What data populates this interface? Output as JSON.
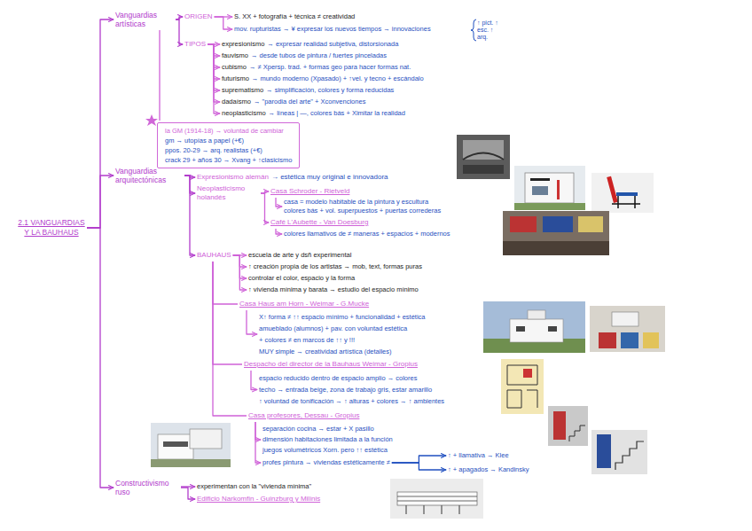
{
  "diagram": {
    "nodes": [
      {
        "text": [
          "2.1 VANGUARDIAS Y LA BAUHAUS"
        ]
      },
      {
        "text": [
          "Vanguardias artísticas"
        ]
      },
      {
        "text": [
          "ORIGEN"
        ]
      },
      {
        "text": [
          "S. XX + fotografía + técnica ≠ creatividad"
        ]
      },
      {
        "text": [
          "mov. rupturistas → ¥ expresar los nuevos tiempos → innovaciones"
        ]
      },
      {
        "text": [
          "TIPOS"
        ]
      },
      {
        "text": [
          "expresionismo",
          "→ expresar realidad subjetiva, distorsionada"
        ]
      },
      {
        "text": [
          "fauvismo",
          "→ desde tubos de pintura / fuertes pinceladas"
        ]
      },
      {
        "text": [
          "cubismo",
          "→ ≠ Xpersp. trad. + formas geo para hacer formas nat."
        ]
      },
      {
        "text": [
          "futurismo",
          "→ mundo moderno (Xpasado) + ↑vel. y tecno + escándalo"
        ]
      },
      {
        "text": [
          "suprematismo",
          "→ simplificación, colores y forma reducidas"
        ]
      },
      {
        "text": [
          "dadaísmo",
          "→ \"parodia del arte\" + Xconvenciones"
        ]
      },
      {
        "text": [
          "neoplasticismo",
          "→ líneas | —, colores bás + Ximitar la realidad"
        ]
      },
      {
        "text": [
          "la GM (1914-18) → voluntad de cambiar",
          "gm → utopías a papel (+€)",
          "ppos. 20-29 → arq. realistas (+€)",
          "crack 29 + años 30 → Xvang + ↑clasicismo"
        ]
      },
      {
        "text": [
          "Vanguardias arquitectónicas"
        ]
      },
      {
        "text": [
          "Expresionismo alemán",
          "→ estética muy original e innovadora"
        ]
      },
      {
        "text": [
          "Neoplasticismo holandés"
        ]
      },
      {
        "text": [
          "Casa Schroder - Rietveld"
        ]
      },
      {
        "text": [
          "casa = modelo habitable de la pintura y escultura",
          "colores bás + vol. superpuestos + puertas correderas"
        ]
      },
      {
        "text": [
          "Café L'Aubette - Van Doesburg"
        ]
      },
      {
        "text": [
          "colores llamativos de ≠ maneras + espacios + modernos"
        ]
      },
      {
        "text": [
          "BAUHAUS"
        ]
      },
      {
        "text": [
          "escuela de arte y dsñ experimental"
        ]
      },
      {
        "text": [
          "↑ creación propia de los artistas → mob, text, formas puras"
        ]
      },
      {
        "text": [
          "controlar el color, espacio y la forma"
        ]
      },
      {
        "text": [
          "↑ vivienda mínima y barata → estudio del espacio mínimo"
        ]
      },
      {
        "text": [
          "Casa Haus am Horn - Weimar - G.Mucke"
        ]
      },
      {
        "text": [
          "X↑ forma ≠ ↑↑ espacio mínimo + funcionalidad + estética",
          "amueblado (alumnos) + pav. con voluntad estética",
          "+ colores ≠ en marcos de ↑↑ y !!!",
          "MUY simple → creatividad artística (detalles)"
        ]
      },
      {
        "text": [
          "Despacho del director de la Bauhaus Weimar - Gropius"
        ]
      },
      {
        "text": [
          "espacio reducido dentro de espacio amplio → colores",
          "techo → entrada beige, zona de trabajo gris, estar amarillo",
          "↑ voluntad de tonificación → ↑ alturas + colores → ↑ ambientes"
        ]
      },
      {
        "text": [
          "Casa profesores, Dessau - Gropius"
        ]
      },
      {
        "text": [
          "separación cocina → estar + X pasillo",
          "dimensión habitaciones limitada a la función",
          "juegos volumétricos Xorn. pero ↑↑ estética"
        ]
      },
      {
        "text": [
          "profes pintura → viviendas estéticamente ≠"
        ]
      },
      {
        "text": [
          "↑ + llamativa → Klee"
        ]
      },
      {
        "text": [
          "↑ + apagados → Kandinsky"
        ]
      },
      {
        "text": [
          "Constructivismo ruso"
        ]
      },
      {
        "text": [
          "experimentan con la \"vivienda mínima\""
        ]
      },
      {
        "text": [
          "Edificio Narkomfin - Guinzburg y Milinis"
        ]
      }
    ],
    "edges": [
      {
        "from": 0,
        "to": 1,
        "arrow": "to"
      },
      {
        "from": 0,
        "to": 14,
        "arrow": "to"
      },
      {
        "from": 0,
        "to": 35,
        "arrow": "to"
      },
      {
        "from": 1,
        "to": 2,
        "arrow": "to"
      },
      {
        "from": 1,
        "to": 5,
        "arrow": "to"
      },
      {
        "from": 2,
        "to": 3,
        "arrow": "to"
      },
      {
        "from": 2,
        "to": 4,
        "arrow": "to"
      },
      {
        "from": 5,
        "to": 6,
        "arrow": "to"
      },
      {
        "from": 5,
        "to": 7,
        "arrow": "to"
      },
      {
        "from": 5,
        "to": 8,
        "arrow": "to"
      },
      {
        "from": 5,
        "to": 9,
        "arrow": "to"
      },
      {
        "from": 5,
        "to": 10,
        "arrow": "to"
      },
      {
        "from": 5,
        "to": 11,
        "arrow": "to"
      },
      {
        "from": 5,
        "to": 12,
        "arrow": "to"
      },
      {
        "from": 1,
        "to": 13,
        "arrow": "none"
      },
      {
        "from": 14,
        "to": 15,
        "arrow": "to"
      },
      {
        "from": 14,
        "to": 16,
        "arrow": "to"
      },
      {
        "from": 14,
        "to": 21,
        "arrow": "to"
      },
      {
        "from": 16,
        "to": 17,
        "arrow": "to"
      },
      {
        "from": 16,
        "to": 19,
        "arrow": "to"
      },
      {
        "from": 17,
        "to": 18,
        "arrow": "to"
      },
      {
        "from": 19,
        "to": 20,
        "arrow": "to"
      },
      {
        "from": 21,
        "to": 22,
        "arrow": "to"
      },
      {
        "from": 21,
        "to": 23,
        "arrow": "to"
      },
      {
        "from": 21,
        "to": 24,
        "arrow": "to"
      },
      {
        "from": 21,
        "to": 25,
        "arrow": "to"
      },
      {
        "from": 21,
        "to": 26,
        "arrow": "none"
      },
      {
        "from": 21,
        "to": 28,
        "arrow": "none"
      },
      {
        "from": 21,
        "to": 30,
        "arrow": "none"
      },
      {
        "from": 26,
        "to": 27,
        "arrow": "to"
      },
      {
        "from": 28,
        "to": 29,
        "arrow": "to"
      },
      {
        "from": 30,
        "to": 31,
        "arrow": "to"
      },
      {
        "from": 30,
        "to": 32,
        "arrow": "to"
      },
      {
        "from": 32,
        "to": 33,
        "arrow": "to"
      },
      {
        "from": 32,
        "to": 34,
        "arrow": "to"
      },
      {
        "from": 35,
        "to": 36,
        "arrow": "to"
      },
      {
        "from": 35,
        "to": 37,
        "arrow": "to"
      }
    ],
    "labels": [
      "↑ pict. ↑ esc. ↑ arq."
    ]
  }
}
